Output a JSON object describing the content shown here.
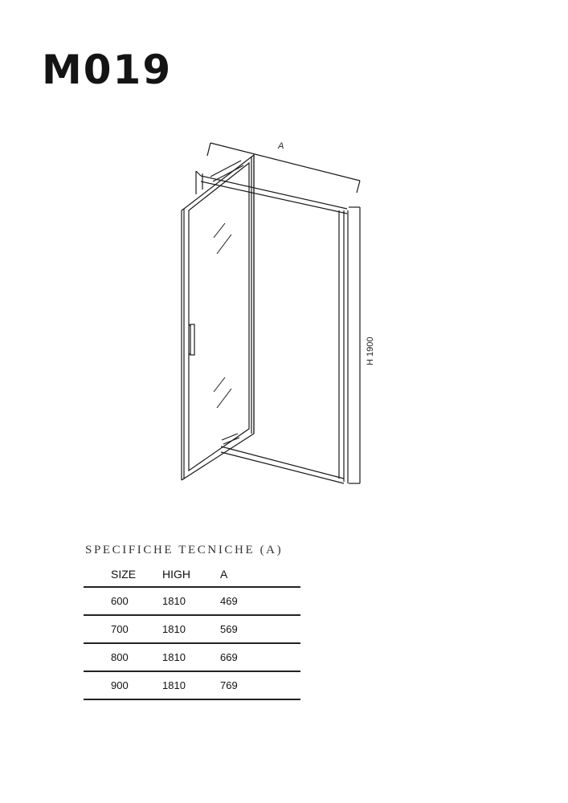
{
  "title": "M019",
  "drawing": {
    "dimension_a_label": "A",
    "dimension_h_label": "H 1900"
  },
  "specs": {
    "heading": "SPECIFICHE TECNICHE (A)",
    "columns": [
      "SIZE",
      "HIGH",
      "A"
    ],
    "rows": [
      [
        "600",
        "1810",
        "469"
      ],
      [
        "700",
        "1810",
        "569"
      ],
      [
        "800",
        "1810",
        "669"
      ],
      [
        "900",
        "1810",
        "769"
      ]
    ]
  }
}
